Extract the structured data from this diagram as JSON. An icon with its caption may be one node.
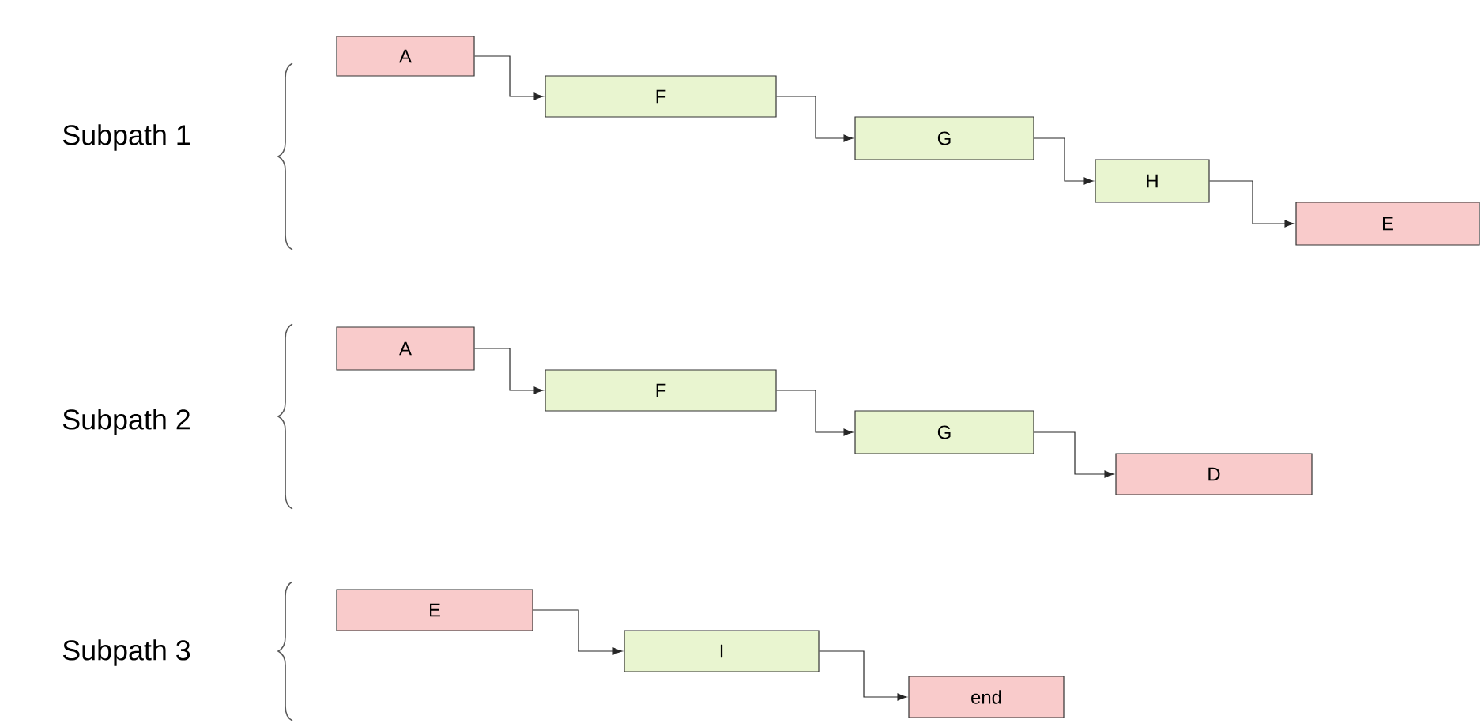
{
  "diagram": {
    "nodes": [
      {
        "text": [
          "A"
        ]
      },
      {
        "text": [
          "F"
        ]
      },
      {
        "text": [
          "G"
        ]
      },
      {
        "text": [
          "H"
        ]
      },
      {
        "text": [
          "E"
        ]
      },
      {
        "text": [
          "A"
        ]
      },
      {
        "text": [
          "F"
        ]
      },
      {
        "text": [
          "G"
        ]
      },
      {
        "text": [
          "D"
        ]
      },
      {
        "text": [
          "E"
        ]
      },
      {
        "text": [
          "I"
        ]
      },
      {
        "text": [
          "end"
        ]
      }
    ],
    "edges": [
      {
        "from": 0,
        "to": 1,
        "arrow": "to"
      },
      {
        "from": 1,
        "to": 2,
        "arrow": "to"
      },
      {
        "from": 2,
        "to": 3,
        "arrow": "to"
      },
      {
        "from": 3,
        "to": 4,
        "arrow": "to"
      },
      {
        "from": 5,
        "to": 6,
        "arrow": "to"
      },
      {
        "from": 6,
        "to": 7,
        "arrow": "to"
      },
      {
        "from": 7,
        "to": 8,
        "arrow": "to"
      },
      {
        "from": 9,
        "to": 10,
        "arrow": "to"
      },
      {
        "from": 10,
        "to": 11,
        "arrow": "to"
      }
    ],
    "labels": [
      "Subpath 1",
      "Subpath 2",
      "Subpath 3"
    ]
  }
}
